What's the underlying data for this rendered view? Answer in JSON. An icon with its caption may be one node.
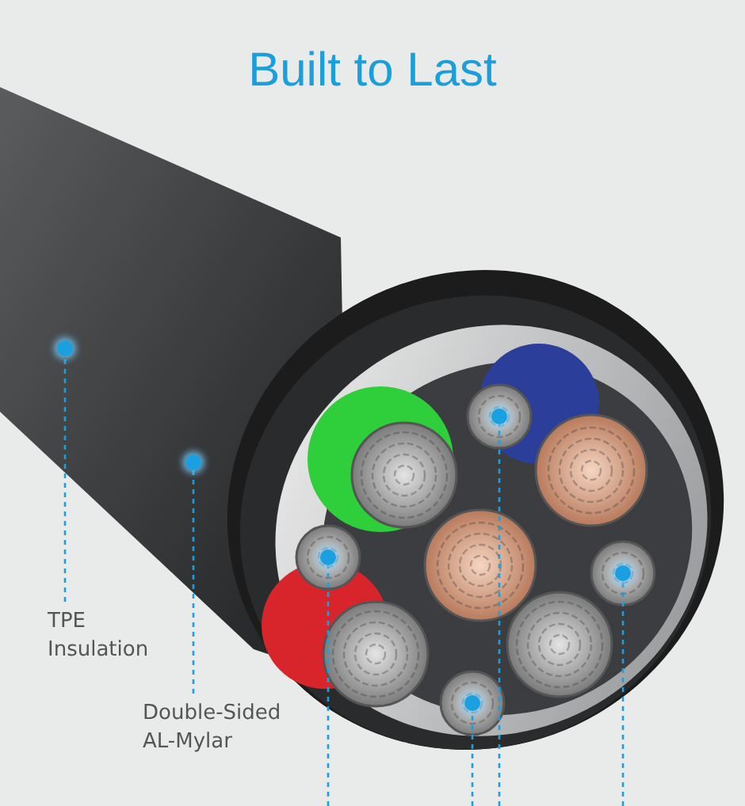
{
  "diagram": {
    "title": "Built to Last",
    "nodes": [
      {
        "text": [
          "TPE Insulation"
        ]
      },
      {
        "text": [
          "Double-Sided AL-Mylar"
        ]
      },
      {
        "text": [],
        "shape": "circle"
      },
      {
        "text": [],
        "shape": "circle"
      },
      {
        "text": [],
        "shape": "circle"
      },
      {
        "text": [],
        "shape": "circle"
      },
      {
        "text": [],
        "shape": "circle"
      },
      {
        "text": [],
        "shape": "circle"
      }
    ],
    "edges": [
      {
        "from": 0,
        "to": 2,
        "arrow": "none",
        "style": "dashed"
      },
      {
        "from": 1,
        "to": 3,
        "arrow": "none",
        "style": "dashed"
      },
      {
        "from": null,
        "to": 4,
        "arrow": "none",
        "style": "dashed"
      },
      {
        "from": null,
        "to": 5,
        "arrow": "none",
        "style": "dashed"
      },
      {
        "from": null,
        "to": 6,
        "arrow": "none",
        "style": "dashed"
      },
      {
        "from": null,
        "to": 7,
        "arrow": "none",
        "style": "dashed"
      }
    ]
  }
}
